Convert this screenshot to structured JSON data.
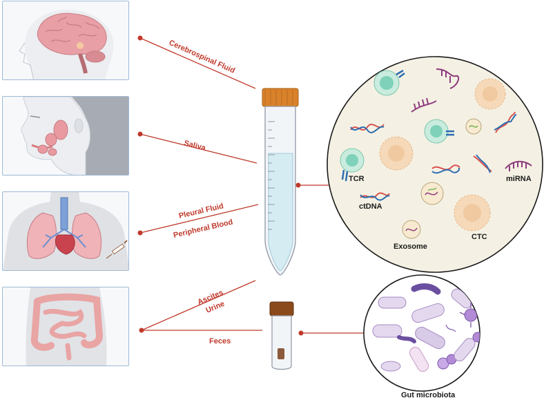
{
  "sources": {
    "csf": "Cerebrospinal Fluid",
    "saliva": "Saliva",
    "pleural": "Pleural Fluid",
    "blood": "Peripheral Blood",
    "ascites": "Ascites",
    "urine": "Urine",
    "feces": "Feces"
  },
  "biomarkers": {
    "tcr": "TCR",
    "mirna": "miRNA",
    "ctdna": "ctDNA",
    "exosome": "Exosome",
    "ctc": "CTC"
  },
  "microbiota_caption": "Gut microbiota",
  "colors": {
    "connector": "#c0392b",
    "panel_border": "#9db8d6",
    "tube_cap": "#d9822b",
    "circle_fill": "#f4f1e4",
    "dna_red": "#d9534f",
    "dna_blue": "#2b6cb0",
    "mirna": "#8e3a7c",
    "cell": "#f0c9a0"
  }
}
